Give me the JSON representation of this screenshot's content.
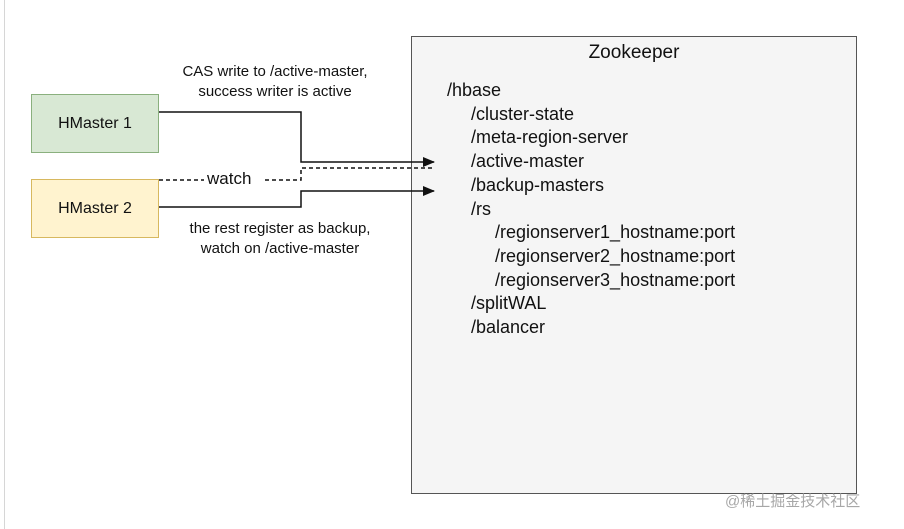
{
  "nodes": {
    "hmaster1": "HMaster 1",
    "hmaster2": "HMaster 2"
  },
  "zookeeper": {
    "title": "Zookeeper",
    "tree": [
      {
        "label": "/hbase",
        "depth": 0
      },
      {
        "label": "/cluster-state",
        "depth": 1
      },
      {
        "label": "/meta-region-server",
        "depth": 1
      },
      {
        "label": "/active-master",
        "depth": 1
      },
      {
        "label": "/backup-masters",
        "depth": 1
      },
      {
        "label": "/rs",
        "depth": 1
      },
      {
        "label": "/regionserver1_hostname:port",
        "depth": 2
      },
      {
        "label": "/regionserver2_hostname:port",
        "depth": 2
      },
      {
        "label": "/regionserver3_hostname:port",
        "depth": 2
      },
      {
        "label": "/splitWAL",
        "depth": 1
      },
      {
        "label": "/balancer",
        "depth": 1
      }
    ]
  },
  "annotations": {
    "cas_line1": "CAS write to /active-master,",
    "cas_line2": "success writer is active",
    "watch": "watch",
    "rest_line1": "the rest register as backup,",
    "rest_line2": "watch on /active-master"
  },
  "watermark": "@稀土掘金技术社区",
  "colors": {
    "hmaster1_fill": "#d8e8d4",
    "hmaster2_fill": "#fff3cf",
    "zookeeper_fill": "#f5f5f5"
  }
}
